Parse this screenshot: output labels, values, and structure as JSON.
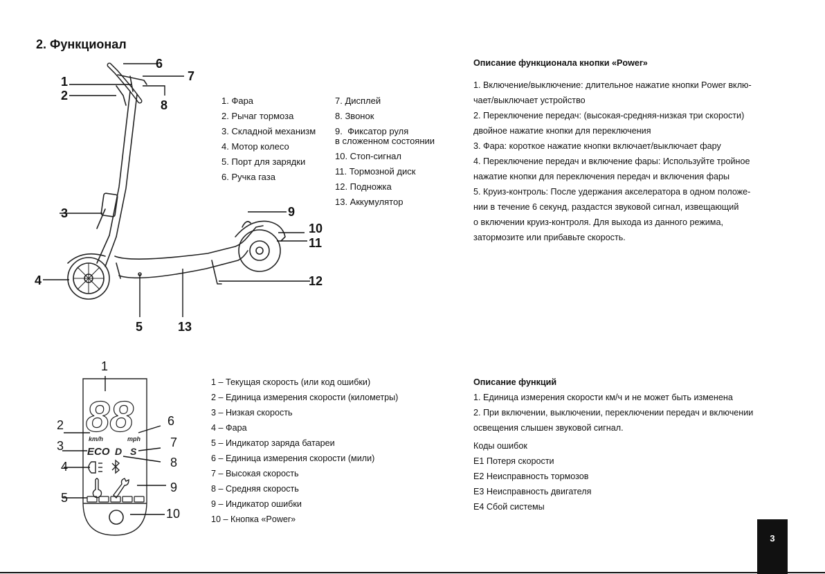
{
  "section_title": "2. Функционал",
  "scooter_callouts": [
    "1",
    "2",
    "3",
    "4",
    "5",
    "6",
    "7",
    "8",
    "9",
    "10",
    "11",
    "12",
    "13"
  ],
  "parts_col1": [
    "1.  Фара",
    "2.  Рычаг тормоза",
    "3.  Складной механизм",
    "4.  Мотор колесо",
    "5.  Порт для зарядки",
    "6.  Ручка газа"
  ],
  "parts_col2": [
    "7.  Дисплей",
    "8.  Звонок",
    "9.  Фиксатор руля\nв сложенном состоянии",
    "10.  Стоп-сигнал",
    "11.  Тормозной диск",
    "12.  Подножка",
    "13.  Аккумулятор"
  ],
  "power_heading": "Описание функционала кнопки «Power»",
  "power_lines": [
    "1.  Включение/выключение: длительное нажатие кнопки Power вклю-",
    "чает/выключает устройство",
    "2.  Переключение передач: (высокая-средняя-низкая три скорости)",
    "двойное нажатие кнопки для переключения",
    "3.  Фара: короткое нажатие кнопки включает/выключает фару",
    "4.  Переключение передач и включение фары:  Используйте тройное",
    "нажатие кнопки для переключения передач и включения фары",
    "5.  Круиз-контроль: После удержания акселератора в одном положе-",
    "нии в течение 6 секунд, раздастся звуковой сигнал, извещающий",
    "о включении круиз-контроля. Для выхода из данного режима,",
    "затормозите или прибавьте скорость."
  ],
  "display_callouts": [
    "1",
    "2",
    "3",
    "4",
    "5",
    "6",
    "7",
    "8",
    "9",
    "10"
  ],
  "display_labels": {
    "kmh": "km/h",
    "mph": "mph",
    "eco": "ECO",
    "d": "D",
    "s": "S",
    "digits": "88"
  },
  "display_list": [
    "1 – Текущая скорость (или код ошибки)",
    "2 – Единица измерения скорости (километры)",
    "3 – Низкая скорость",
    "4 – Фара",
    "5 – Индикатор заряда батареи",
    "6 – Единица измерения скорости (мили)",
    "7 – Высокая скорость",
    "8 – Средняя скорость",
    "9 – Индикатор ошибки",
    "10 – Кнопка «Power»"
  ],
  "functions_heading": "Описание функций",
  "functions_lines": [
    "1. Единица измерения скорости км/ч и не может быть изменена",
    "2. При включении, выключении, переключении передач и включении",
    "освещения слышен звуковой сигнал."
  ],
  "error_heading": "Коды ошибок",
  "error_codes": [
    "E1 Потеря скорости",
    "E2 Неисправность тормозов",
    "E3 Неисправность двигателя",
    "E4 Сбой системы"
  ],
  "page_number": "3",
  "colors": {
    "ink": "#111111",
    "background": "#ffffff"
  }
}
